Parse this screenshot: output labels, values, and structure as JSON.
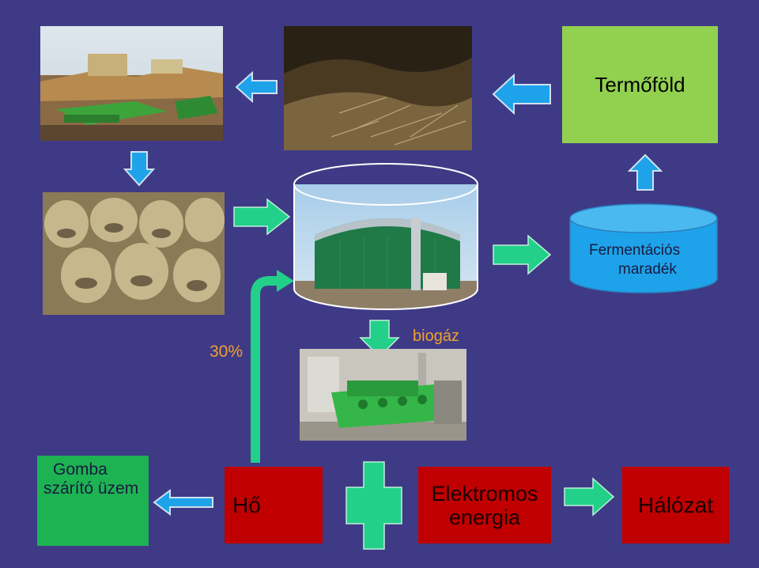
{
  "nodes": {
    "termofold": "Termőföld",
    "fermentacios_line1": "Fermentációs",
    "fermentacios_line2": "maradék",
    "gomba_line1": "Gomba",
    "gomba_line2": "szárító üzem",
    "ho": "Hő",
    "elektromos_line1": "Elektromos",
    "elektromos_line2": "energia",
    "halozat": "Hálózat"
  },
  "labels": {
    "percent": "30%",
    "biogaz": "biogáz"
  },
  "colors": {
    "background": "#3f3a86",
    "blue_arrow": "#1ea3ea",
    "green_arrow": "#22d08a",
    "termofold_box": "#92d050",
    "gomba_box": "#1db352",
    "red_box": "#c00000",
    "percent_text": "#f0a030"
  }
}
